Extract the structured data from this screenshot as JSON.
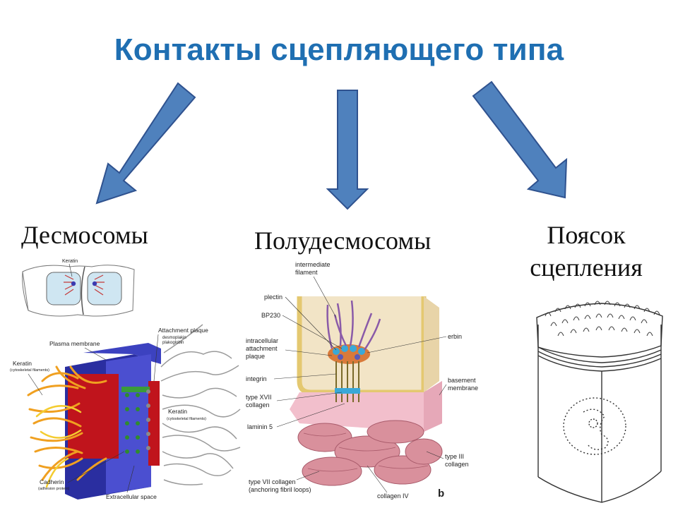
{
  "slide": {
    "title": "Контакты сцепляющего типа",
    "labels": {
      "desmosomes": "Десмосомы",
      "hemidesmosomes": "Полудесмосомы",
      "belt_line1": "Поясок",
      "belt_line2": "сцепления"
    }
  },
  "desmosome_figure": {
    "small_label": "Keratin",
    "plasma_membrane": "Plasma membrane",
    "attachment_plaque": "Attachment plaque",
    "plaque_sub1": "desmoplakin",
    "plaque_sub2": "plakoglobin",
    "keratin_left": "Keratin",
    "keratin_left_sub": "(cytoskeletal filaments)",
    "keratin_right": "Keratin",
    "keratin_right_sub": "(cytoskeletal filaments)",
    "cadherin": "Cadherin",
    "cadherin_sub": "(adhesion protein)",
    "extracellular": "Extracellular space"
  },
  "hemidesmosome_figure": {
    "intermediate_filament_1": "intermediate",
    "intermediate_filament_2": "filament",
    "plectin": "plectin",
    "bp230": "BP230",
    "intracellular_1": "intracellular",
    "intracellular_2": "attachment",
    "intracellular_3": "plaque",
    "integrin": "integrin",
    "type17_1": "type XVII",
    "type17_2": "collagen",
    "laminin": "laminin 5",
    "erbin": "erbin",
    "basement_1": "basement",
    "basement_2": "membrane",
    "type3_1": "type III",
    "type3_2": "collagen",
    "type7_1": "type VII collagen",
    "type7_2": "(anchoring fibril loops)",
    "collagen4": "collagen IV",
    "panel_letter": "b"
  },
  "colors": {
    "title": "#1F6FB2",
    "arrow_fill": "#4F81BD",
    "arrow_stroke": "#2F528F"
  }
}
